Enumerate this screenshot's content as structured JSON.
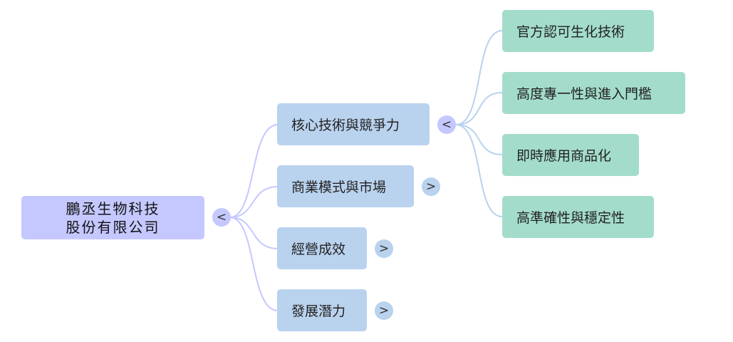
{
  "root": {
    "line1": "鵬丞生物科技",
    "line2": "股份有限公司",
    "toggle": "<"
  },
  "branches": [
    {
      "label": "核心技術與競爭力",
      "toggle": "<",
      "children": [
        "官方認可生化技術",
        "高度專一性與進入門檻",
        "即時應用商品化",
        "高準確性與穩定性"
      ]
    },
    {
      "label": "商業模式與市場",
      "toggle": ">"
    },
    {
      "label": "經營成效",
      "toggle": ">"
    },
    {
      "label": "發展潛力",
      "toggle": ">"
    }
  ],
  "colors": {
    "root": "#c5c8ff",
    "branch": "#b9d2ee",
    "leaf": "#a3dccb",
    "root_link": "#c5c8ff",
    "branch_link": "#b9d2ee"
  }
}
